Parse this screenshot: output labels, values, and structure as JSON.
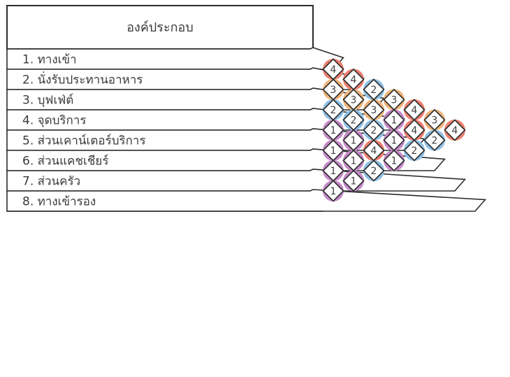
{
  "header": {
    "label": "องค์ประกอบ"
  },
  "rows": [
    "1. ทางเข้า",
    "2. นั่งรับประทานอาหาร",
    "3. บุฟเฟ่ต์",
    "4. จุดบริการ",
    "5. ส่วนเคาน์เตอร์บริการ",
    "6. ส่วนแคชเชียร์",
    "7. ส่วนครัว",
    "8. ทางเข้ารอง"
  ],
  "matrix": [
    [
      4
    ],
    [
      4,
      3
    ],
    [
      2,
      3,
      2
    ],
    [
      3,
      3,
      2,
      1
    ],
    [
      4,
      1,
      2,
      1,
      1
    ],
    [
      3,
      4,
      1,
      4,
      1,
      1
    ],
    [
      4,
      2,
      2,
      1,
      2,
      1,
      1
    ]
  ],
  "colors": {
    "1": "#c68ac9",
    "2": "#8fc0e6",
    "3": "#efb47a",
    "4": "#ee7f6f",
    "line": "#2b2b2b"
  }
}
